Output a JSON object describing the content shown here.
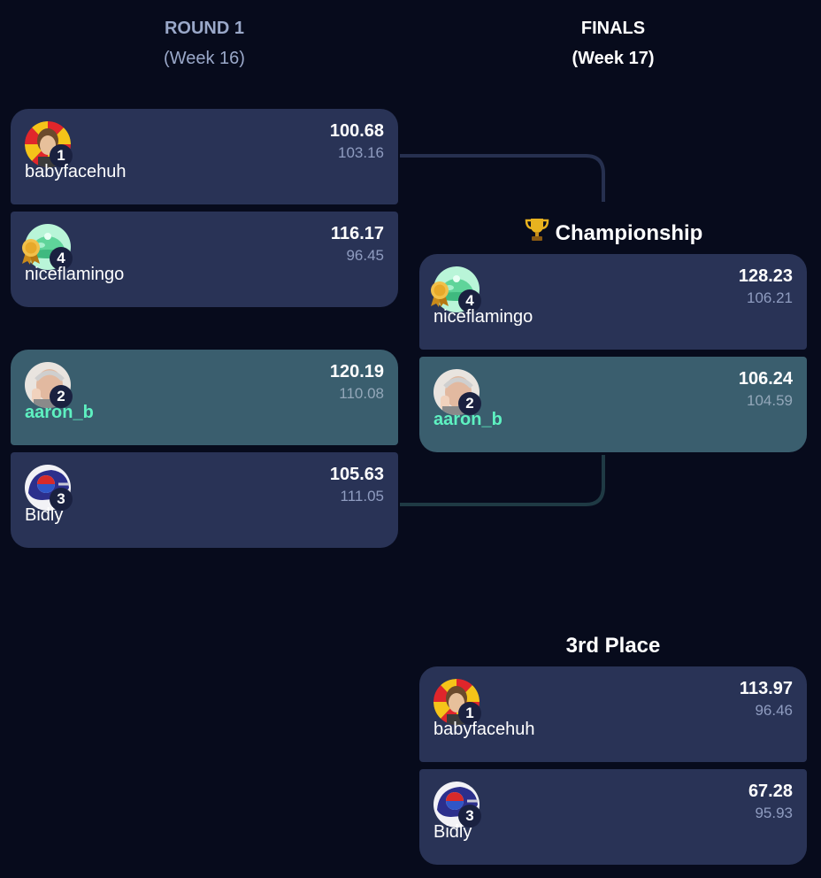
{
  "headers": {
    "round1": {
      "title": "ROUND 1",
      "sub": "(Week 16)"
    },
    "finals": {
      "title": "FINALS",
      "sub": "(Week 17)"
    }
  },
  "sections": {
    "championship": "Championship",
    "third_place": "3rd Place"
  },
  "colors": {
    "background": "#070b1c",
    "card": "#293356",
    "card_highlight": "#3a5e6e",
    "winner_name": "#5ef1c1",
    "projection": "#8f9cc0"
  },
  "round1": {
    "match1": {
      "team1": {
        "name": "babyfacehuh",
        "seed": "1",
        "score": "100.68",
        "projected": "103.16",
        "avatar": "person-avatar"
      },
      "team2": {
        "name": "niceflamingo",
        "seed": "4",
        "score": "116.17",
        "projected": "96.45",
        "avatar": "robot-dome-avatar",
        "badge": "ribbon-badge-icon"
      }
    },
    "match2": {
      "team1": {
        "name": "aaron_b",
        "seed": "2",
        "score": "120.19",
        "projected": "110.08",
        "avatar": "old-man-avatar",
        "highlighted": true
      },
      "team2": {
        "name": "Bidly",
        "seed": "3",
        "score": "105.63",
        "projected": "111.05",
        "avatar": "helmet-avatar"
      }
    }
  },
  "finals": {
    "championship": {
      "team1": {
        "name": "niceflamingo",
        "seed": "4",
        "score": "128.23",
        "projected": "106.21",
        "avatar": "robot-dome-avatar",
        "badge": "ribbon-badge-icon"
      },
      "team2": {
        "name": "aaron_b",
        "seed": "2",
        "score": "106.24",
        "projected": "104.59",
        "avatar": "old-man-avatar",
        "highlighted": true
      }
    },
    "third_place": {
      "team1": {
        "name": "babyfacehuh",
        "seed": "1",
        "score": "113.97",
        "projected": "96.46",
        "avatar": "person-avatar"
      },
      "team2": {
        "name": "Bidly",
        "seed": "3",
        "score": "67.28",
        "projected": "95.93",
        "avatar": "helmet-avatar"
      }
    }
  }
}
